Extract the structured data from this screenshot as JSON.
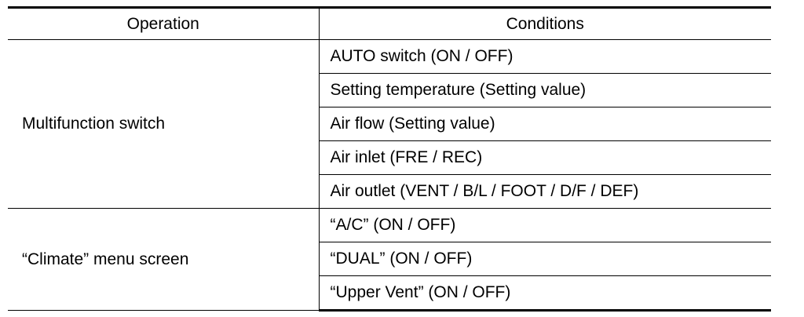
{
  "header": {
    "operation": "Operation",
    "conditions": "Conditions"
  },
  "groups": [
    {
      "operation": "Multifunction switch",
      "conditions": [
        "AUTO switch (ON / OFF)",
        "Setting temperature (Setting value)",
        "Air flow (Setting value)",
        "Air inlet (FRE / REC)",
        "Air outlet (VENT / B/L / FOOT / D/F / DEF)"
      ]
    },
    {
      "operation": "“Climate” menu screen",
      "conditions": [
        "“A/C” (ON / OFF)",
        "“DUAL” (ON / OFF)",
        "“Upper Vent” (ON / OFF)"
      ]
    }
  ]
}
